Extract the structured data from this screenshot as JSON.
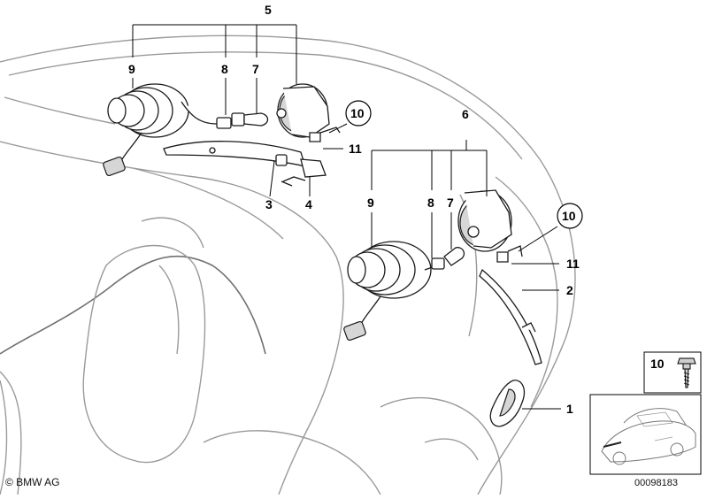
{
  "callouts": {
    "n1": "1",
    "n2": "2",
    "n3": "3",
    "n4": "4",
    "n5": "5",
    "n6": "6",
    "n7a": "7",
    "n7b": "7",
    "n8a": "8",
    "n8b": "8",
    "n9a": "9",
    "n9b": "9",
    "n10a": "10",
    "n10b": "10",
    "n11a": "11",
    "n11b": "11"
  },
  "inset": {
    "part_label": "10"
  },
  "footer": {
    "copyright": "© BMW AG",
    "diagram_number": "00098183"
  }
}
